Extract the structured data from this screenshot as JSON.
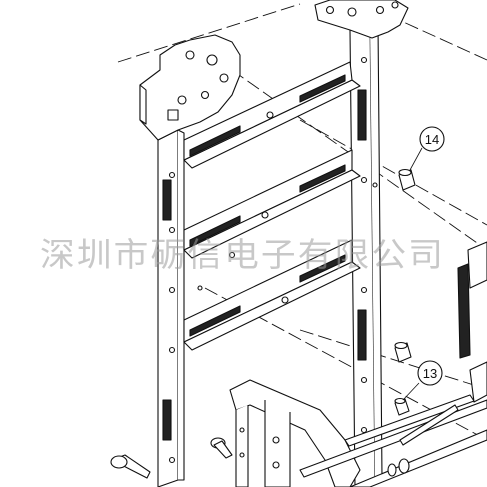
{
  "callouts": [
    {
      "label": "14"
    },
    {
      "label": "13"
    }
  ],
  "watermark": {
    "text": "深圳市砺信电子有限公司"
  },
  "colors": {
    "line": "#111111",
    "fill": "#ffffff",
    "dark": "#222222",
    "watermark": "#9a9a9a"
  }
}
